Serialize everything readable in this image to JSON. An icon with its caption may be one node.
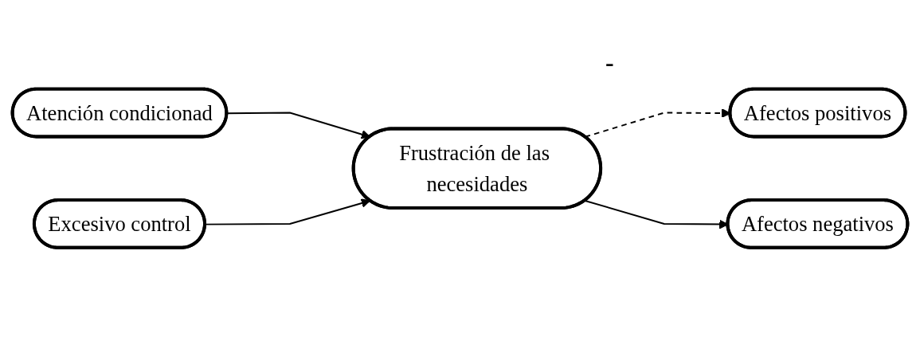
{
  "diagram": {
    "nodes": [
      {
        "text": [
          "Atención condicionad"
        ]
      },
      {
        "text": [
          "Excesivo control"
        ]
      },
      {
        "text": [
          "Frustración de las necesidades"
        ]
      },
      {
        "text": [
          "Afectos positivos"
        ]
      },
      {
        "text": [
          "Afectos negativos"
        ]
      }
    ],
    "edges": [
      {
        "from": 0,
        "to": 2,
        "arrow": "to"
      },
      {
        "from": 1,
        "to": 2,
        "arrow": "to"
      },
      {
        "from": 2,
        "to": 3,
        "arrow": "to",
        "style": "dashed"
      },
      {
        "from": 2,
        "to": 4,
        "arrow": "to"
      }
    ],
    "labels": [
      "-"
    ]
  }
}
